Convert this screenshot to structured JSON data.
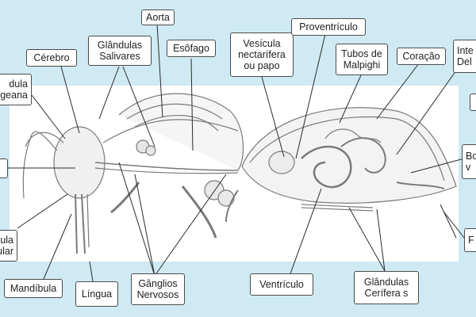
{
  "labels": {
    "aorta": "Aorta",
    "glandulas_salivares": [
      "Glândulas",
      "Salivares"
    ],
    "esofago": "Esôfago",
    "cerebro": "Cérebro",
    "vesicula": [
      "Vesícula",
      "nectarífera",
      "ou papo"
    ],
    "proventriculo": "Proventrículo",
    "tubos_malpighi": [
      "Tubos de",
      "Malpighi"
    ],
    "coracao": "Coração",
    "intestino_partial": [
      "Inte",
      "Del"
    ],
    "glandula_hipofaringeana_partial": [
      "dula",
      "ngeana"
    ],
    "left_mid_partial": "",
    "glandula_mandibular_partial": [
      "ula",
      "ular"
    ],
    "mandibula": "Mandíbula",
    "lingua": "Língua",
    "ganglios_nervosos": [
      "Gânglios",
      "Nervosos"
    ],
    "ventriculo": "Ventrículo",
    "glandulas_ceriferas": [
      "Glândulas",
      "Cerífera s"
    ],
    "bolsa_partial": [
      "Bo",
      "v"
    ],
    "right_top_partial": "",
    "right_bottom_partial": "F"
  },
  "colors": {
    "background": "#cfeaf3",
    "panel": "#ffffff",
    "line": "#333333"
  }
}
